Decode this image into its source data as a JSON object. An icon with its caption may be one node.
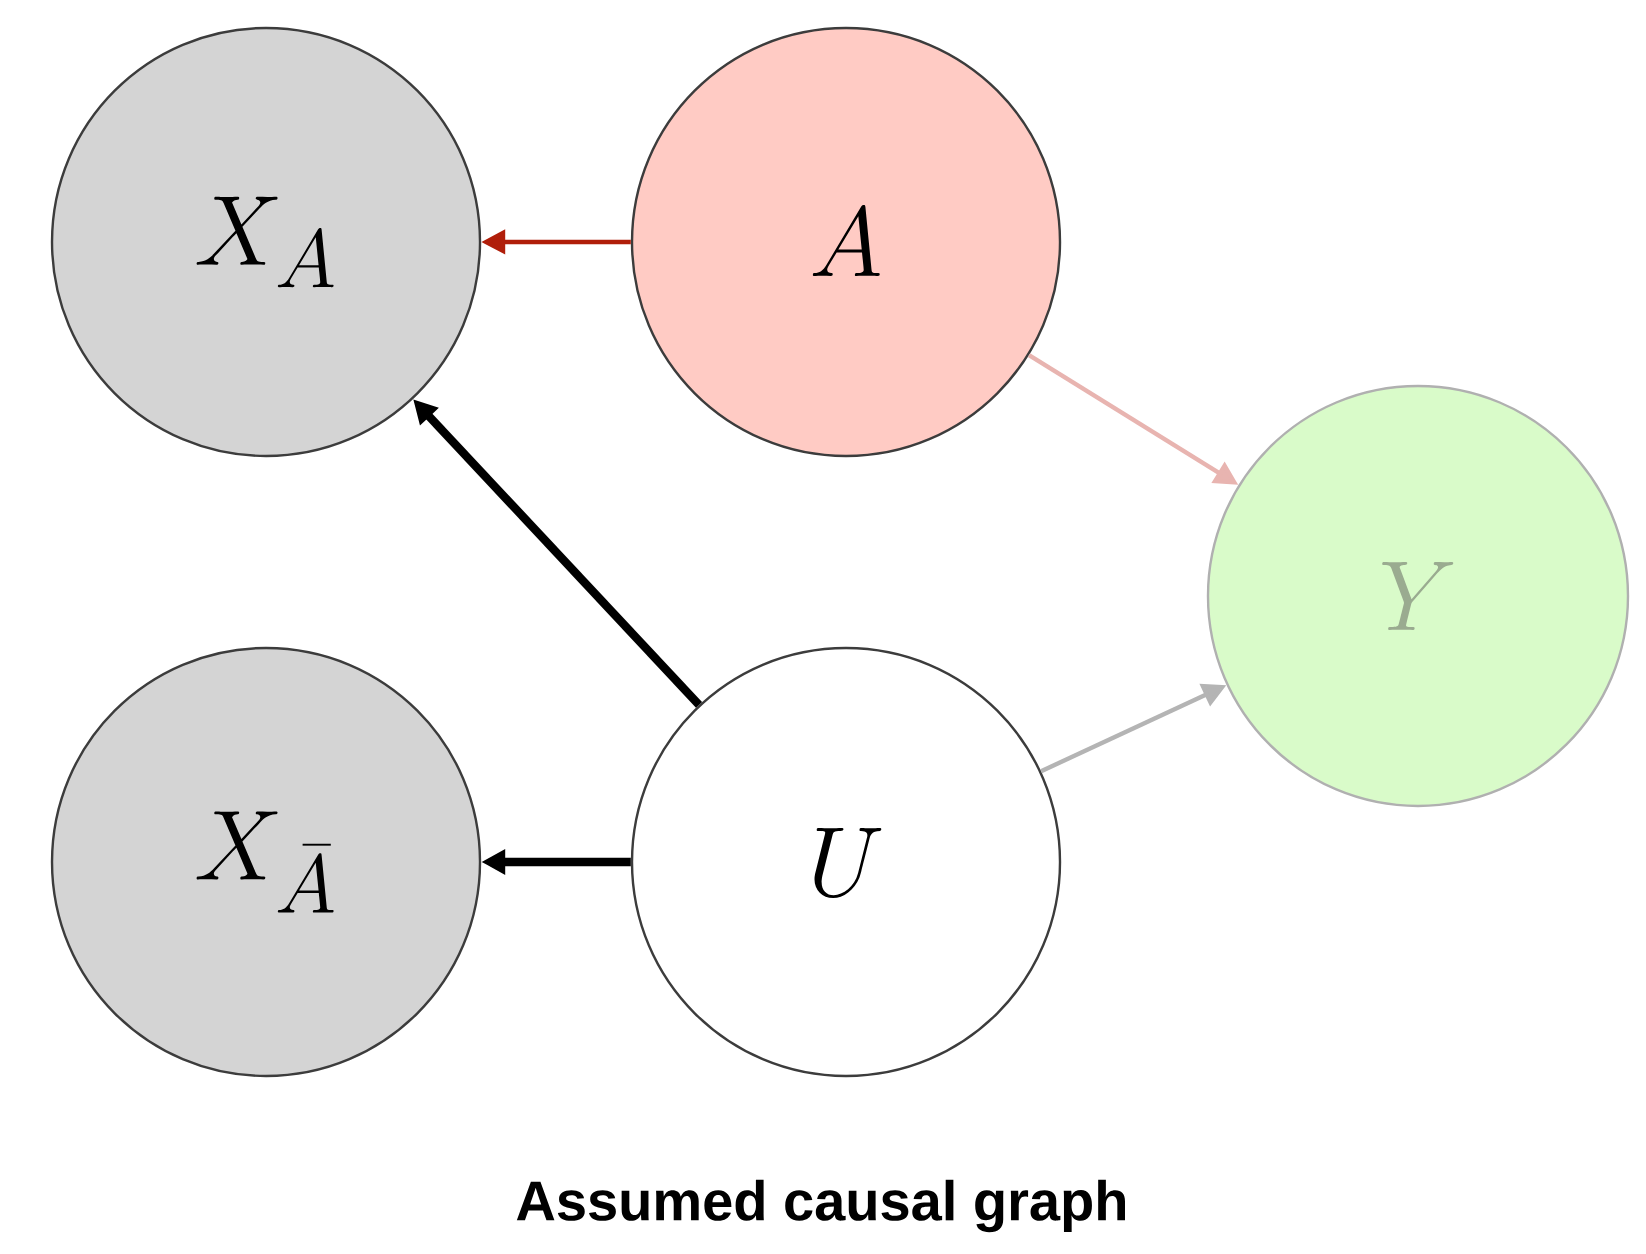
{
  "diagram": {
    "caption": "Assumed causal graph",
    "nodes": [
      {
        "text": [
          "X_A"
        ]
      },
      {
        "text": [
          "A"
        ]
      },
      {
        "text": [
          "Y"
        ]
      },
      {
        "text": [
          "X_{\\bar{A}}"
        ]
      },
      {
        "text": [
          "U"
        ]
      }
    ],
    "edges": [
      {
        "from": 1,
        "to": 0,
        "arrow": "to",
        "color": "#b01e0a"
      },
      {
        "from": 1,
        "to": 2,
        "arrow": "to",
        "color": "#e8b4b0"
      },
      {
        "from": 4,
        "to": 0,
        "arrow": "to",
        "style": "thick"
      },
      {
        "from": 4,
        "to": 3,
        "arrow": "to",
        "style": "thick"
      },
      {
        "from": 4,
        "to": 2,
        "arrow": "to",
        "color": "#b4b4b4"
      }
    ]
  }
}
